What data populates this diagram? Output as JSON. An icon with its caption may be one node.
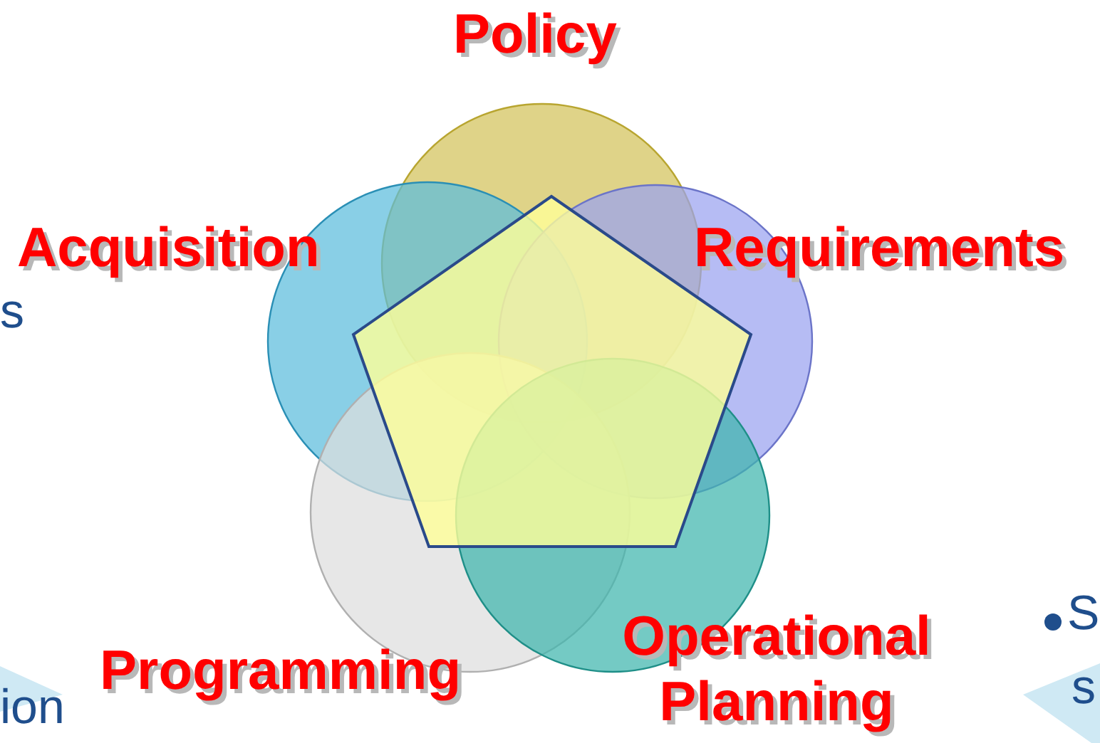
{
  "diagram": {
    "nodes": [
      {
        "text": [
          "Policy"
        ]
      },
      {
        "text": [
          "Acquisition"
        ]
      },
      {
        "text": [
          "Requirements"
        ]
      },
      {
        "text": [
          "Programming"
        ]
      },
      {
        "text": [
          "Operational Planning"
        ]
      },
      {
        "text": [],
        "shape": "pentagon"
      }
    ],
    "labels": [
      "s",
      "ion",
      "S",
      "s"
    ]
  }
}
